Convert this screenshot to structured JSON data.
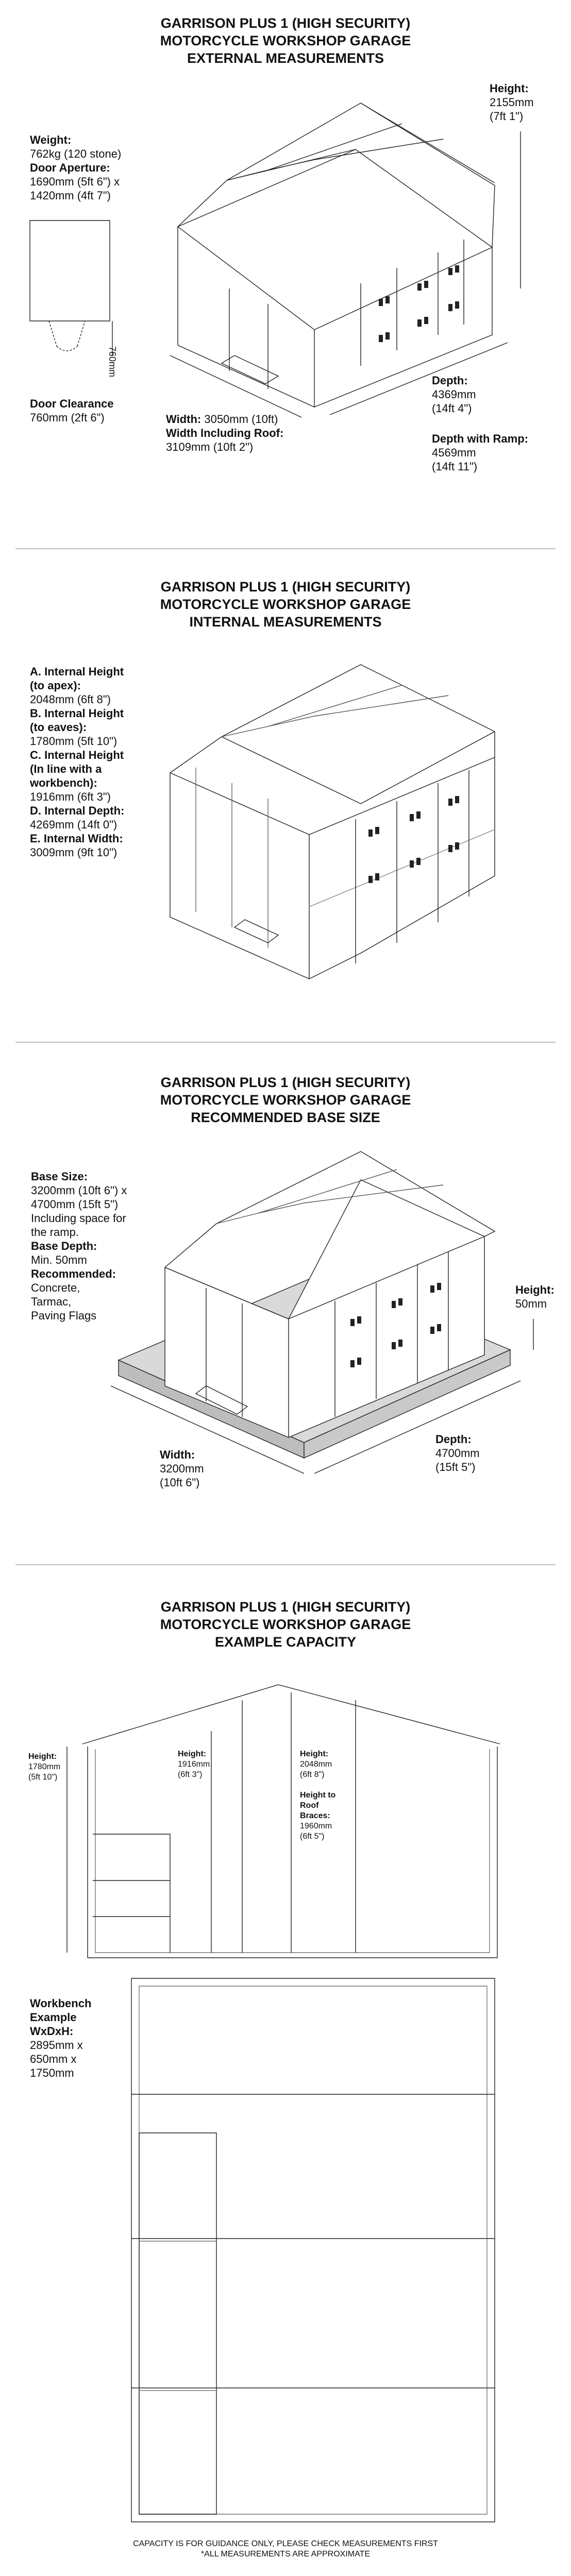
{
  "sections": {
    "external": {
      "title": [
        "GARRISON PLUS 1 (HIGH SECURITY)",
        "MOTORCYCLE WORKSHOP GARAGE",
        "EXTERNAL MEASUREMENTS"
      ],
      "weight_label": "Weight:",
      "weight_value": "762kg (120 stone)",
      "door_label": "Door Aperture:",
      "door_value_1": "1690mm (5ft 6\") x",
      "door_value_2": "1420mm (4ft 7\")",
      "door_height": "760mm",
      "clearance_label": "Door Clearance",
      "clearance_value": "760mm (2ft 6\")",
      "height_label": "Height:",
      "height_value_1": "2155mm",
      "height_value_2": "(7ft 1\")",
      "width_label": "Width:",
      "width_value": "3050mm (10ft)",
      "width_roof_label": "Width Including Roof:",
      "width_roof_value": "3109mm (10ft 2\")",
      "depth_label": "Depth:",
      "depth_value_1": "4369mm",
      "depth_value_2": "(14ft 4\")",
      "depth_ramp_label": "Depth with Ramp:",
      "depth_ramp_value_1": "4569mm",
      "depth_ramp_value_2": "(14ft 11\")"
    },
    "internal": {
      "title": [
        "GARRISON PLUS 1 (HIGH SECURITY)",
        "MOTORCYCLE WORKSHOP GARAGE",
        "INTERNAL MEASUREMENTS"
      ],
      "lines": [
        "A. Internal Height",
        "(to apex):",
        "2048mm (6ft 8\")",
        "B. Internal Height",
        "(to eaves):",
        "1780mm (5ft 10\")",
        "C. Internal Height",
        "(In line with a",
        "workbench):",
        "1916mm (6ft 3\")",
        "D. Internal Depth:",
        "4269mm (14ft 0\")",
        "E. Internal Width:",
        "3009mm (9ft 10\")"
      ]
    },
    "base": {
      "title": [
        "GARRISON PLUS 1 (HIGH SECURITY)",
        "MOTORCYCLE WORKSHOP GARAGE",
        "RECOMMENDED BASE SIZE"
      ],
      "size_label": "Base Size:",
      "size_1": "3200mm (10ft 6\") x",
      "size_2": "4700mm (15ft 5\")",
      "size_3": "Including space for",
      "size_4": "the ramp.",
      "depth_label": "Base Depth:",
      "depth_value": "Min. 50mm",
      "rec_label": "Recommended:",
      "rec_1": "Concrete,",
      "rec_2": "Tarmac,",
      "rec_3": "Paving Flags",
      "height_label": "Height:",
      "height_value": "50mm",
      "width_label": "Width:",
      "width_value_1": "3200mm",
      "width_value_2": "(10ft 6\")",
      "bdepth_label": "Depth:",
      "bdepth_value_1": "4700mm",
      "bdepth_value_2": "(15ft 5\")"
    },
    "capacity": {
      "title": [
        "GARRISON PLUS 1 (HIGH SECURITY)",
        "MOTORCYCLE WORKSHOP GARAGE",
        "EXAMPLE CAPACITY"
      ],
      "h1_label": "Height:",
      "h1_v1": "1780mm",
      "h1_v2": "(5ft 10\")",
      "h2_label": "Height:",
      "h2_v1": "1916mm",
      "h2_v2": "(6ft 3\")",
      "h3_label": "Height:",
      "h3_v1": "2048mm",
      "h3_v2": "(6ft 8\")",
      "h4_label_1": "Height to",
      "h4_label_2": "Roof",
      "h4_label_3": "Braces:",
      "h4_v1": "1960mm",
      "h4_v2": "(6ft 5\")",
      "wb_label_1": "Workbench",
      "wb_label_2": "Example",
      "wb_label_3": "WxDxH:",
      "wb_v1": "2895mm x",
      "wb_v2": "650mm x",
      "wb_v3": "1750mm"
    }
  },
  "footer": {
    "line1": "CAPACITY IS FOR GUIDANCE ONLY, PLEASE CHECK MEASUREMENTS FIRST",
    "line2": "*ALL MEASUREMENTS ARE APPROXIMATE"
  }
}
